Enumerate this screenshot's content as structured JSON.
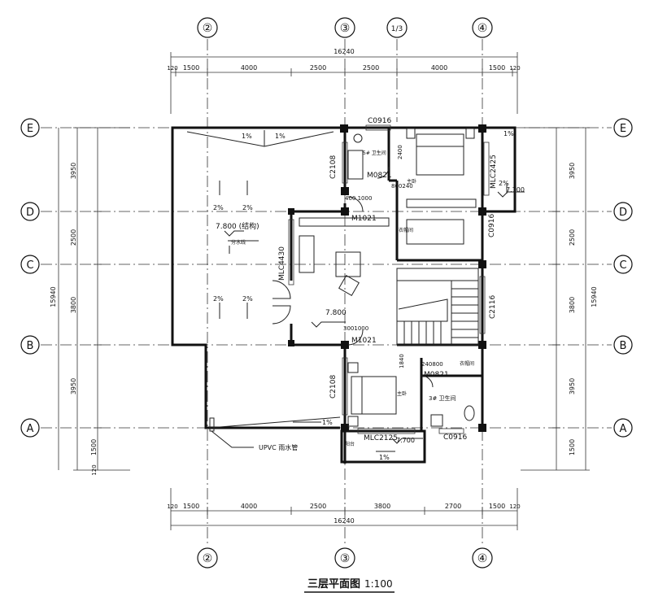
{
  "title": "三层平面图",
  "scale": "1:100",
  "grid_top": [
    "②",
    "③",
    "1/3",
    "④"
  ],
  "grid_bottom": [
    "②",
    "③",
    "④"
  ],
  "grid_rows": [
    "E",
    "D",
    "C",
    "B",
    "A"
  ],
  "dims": {
    "overall": "16240",
    "top": [
      "120",
      "1500",
      "4000",
      "2500",
      "2500",
      "4000",
      "1500",
      "120"
    ],
    "bottom": [
      "120",
      "1500",
      "4000",
      "2500",
      "3800",
      "2700",
      "1500",
      "120"
    ],
    "left": [
      "3950",
      "2500",
      "3800",
      "3950",
      "1500",
      "120"
    ],
    "left_total": "15940",
    "right": [
      "3950",
      "2500",
      "3800",
      "3950",
      "1500"
    ],
    "right_total": "15940"
  },
  "labels": {
    "c0916_top": "C0916",
    "c2108_upper": "C2108",
    "m0821": "M0821",
    "w2400": "2400",
    "d800240": "800240",
    "d4001000": "400 1000",
    "m1021_upper": "M1021",
    "mlc2425": "MLC2425",
    "el7700_tr": "7.700",
    "c0916_right": "C0916",
    "mlc4430": "MLC4430",
    "c2116": "C2116",
    "el7800_terrace": "7.800 (结构)",
    "el7800_hall": "7.800",
    "d3001000": "3001000",
    "m1021_lower": "M1021",
    "d1840": "1840",
    "d240800": "240800",
    "m0821_lower": "M0821",
    "c2108_lower": "C2108",
    "mlc2125": "MLC2125",
    "el7700_bal": "7.700",
    "c0916_bottom": "C0916",
    "upvc": "UPVC 雨水管",
    "bath_upper": "5# 卫生间",
    "bath_lower": "3# 卫生间",
    "bed_upper": "主卧",
    "bed_lower": "主卧",
    "closet_upper": "衣帽间",
    "closet_lower": "衣帽间",
    "balcony": "阳台",
    "pitch_line": "分水线",
    "slope_1a": "1%",
    "slope_1b": "1%",
    "slope_1c": "1%",
    "slope_1d": "1%",
    "slope_1e": "1%",
    "slope_2a": "2%",
    "slope_2b": "2%",
    "slope_2c": "2%",
    "slope_2d": "2%",
    "slope_2e": "2%"
  }
}
